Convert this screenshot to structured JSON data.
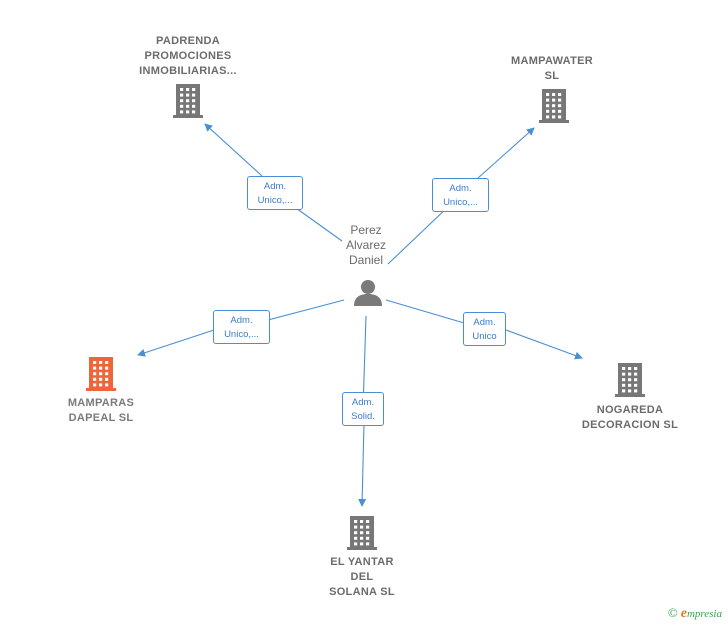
{
  "colors": {
    "edge": "#4a8fd6",
    "building": "#777777",
    "building_highlight": "#f0643a",
    "person": "#7a7a7a"
  },
  "center": {
    "name": "Perez\nAlvarez\nDaniel",
    "icon": "person-icon"
  },
  "companies": [
    {
      "id": "padrenda",
      "name": "PADRENDA\nPROMOCIONES\nINMOBILIARIAS...",
      "relation": "Adm.\nUnico,...",
      "icon": "building-icon",
      "highlight": false
    },
    {
      "id": "mampawater",
      "name": "MAMPAWATER\nSL",
      "relation": "Adm.\nUnico,...",
      "icon": "building-icon",
      "highlight": false
    },
    {
      "id": "mamparas",
      "name": "MAMPARAS\nDAPEAL SL",
      "relation": "Adm.\nUnico,...",
      "icon": "building-icon",
      "highlight": true
    },
    {
      "id": "nogareda",
      "name": "NOGAREDA\nDECORACION SL",
      "relation": "Adm.\nUnico",
      "icon": "building-icon",
      "highlight": false
    },
    {
      "id": "elyantar",
      "name": "EL YANTAR\nDEL\nSOLANA SL",
      "relation": "Adm.\nSolid.",
      "icon": "building-icon",
      "highlight": false
    }
  ],
  "watermark": {
    "copyright": "©",
    "brand_initial": "e",
    "brand_rest": "mpresia"
  }
}
